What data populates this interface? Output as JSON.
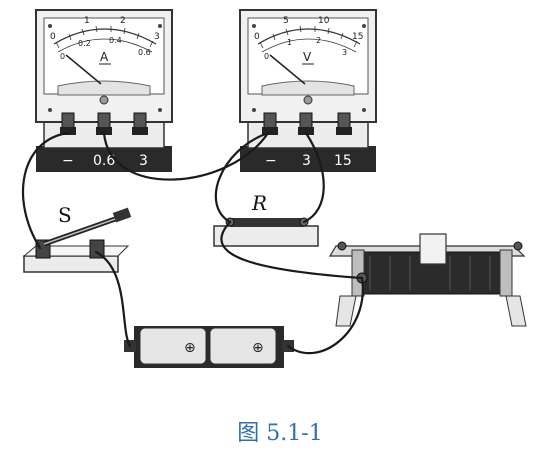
{
  "ammeter": {
    "unit": "A",
    "scale_outer": [
      "0",
      "1",
      "2",
      "3"
    ],
    "scale_inner": [
      "0",
      "0.2",
      "0.4",
      "0.6"
    ],
    "terminals": [
      "−",
      "0.6",
      "3"
    ]
  },
  "voltmeter": {
    "unit": "V",
    "scale_outer": [
      "0",
      "5",
      "10",
      "15"
    ],
    "scale_inner": [
      "0",
      "1",
      "2",
      "3"
    ],
    "terminals": [
      "−",
      "3",
      "15"
    ]
  },
  "resistor_label": "R",
  "switch_label": "S",
  "battery_symbols": [
    "⊕",
    "⊕"
  ],
  "caption": "图 5.1-1",
  "colors": {
    "caption": "#2f6fb0",
    "ink": "#1a1a1a",
    "battery": "#e6e6e6"
  }
}
